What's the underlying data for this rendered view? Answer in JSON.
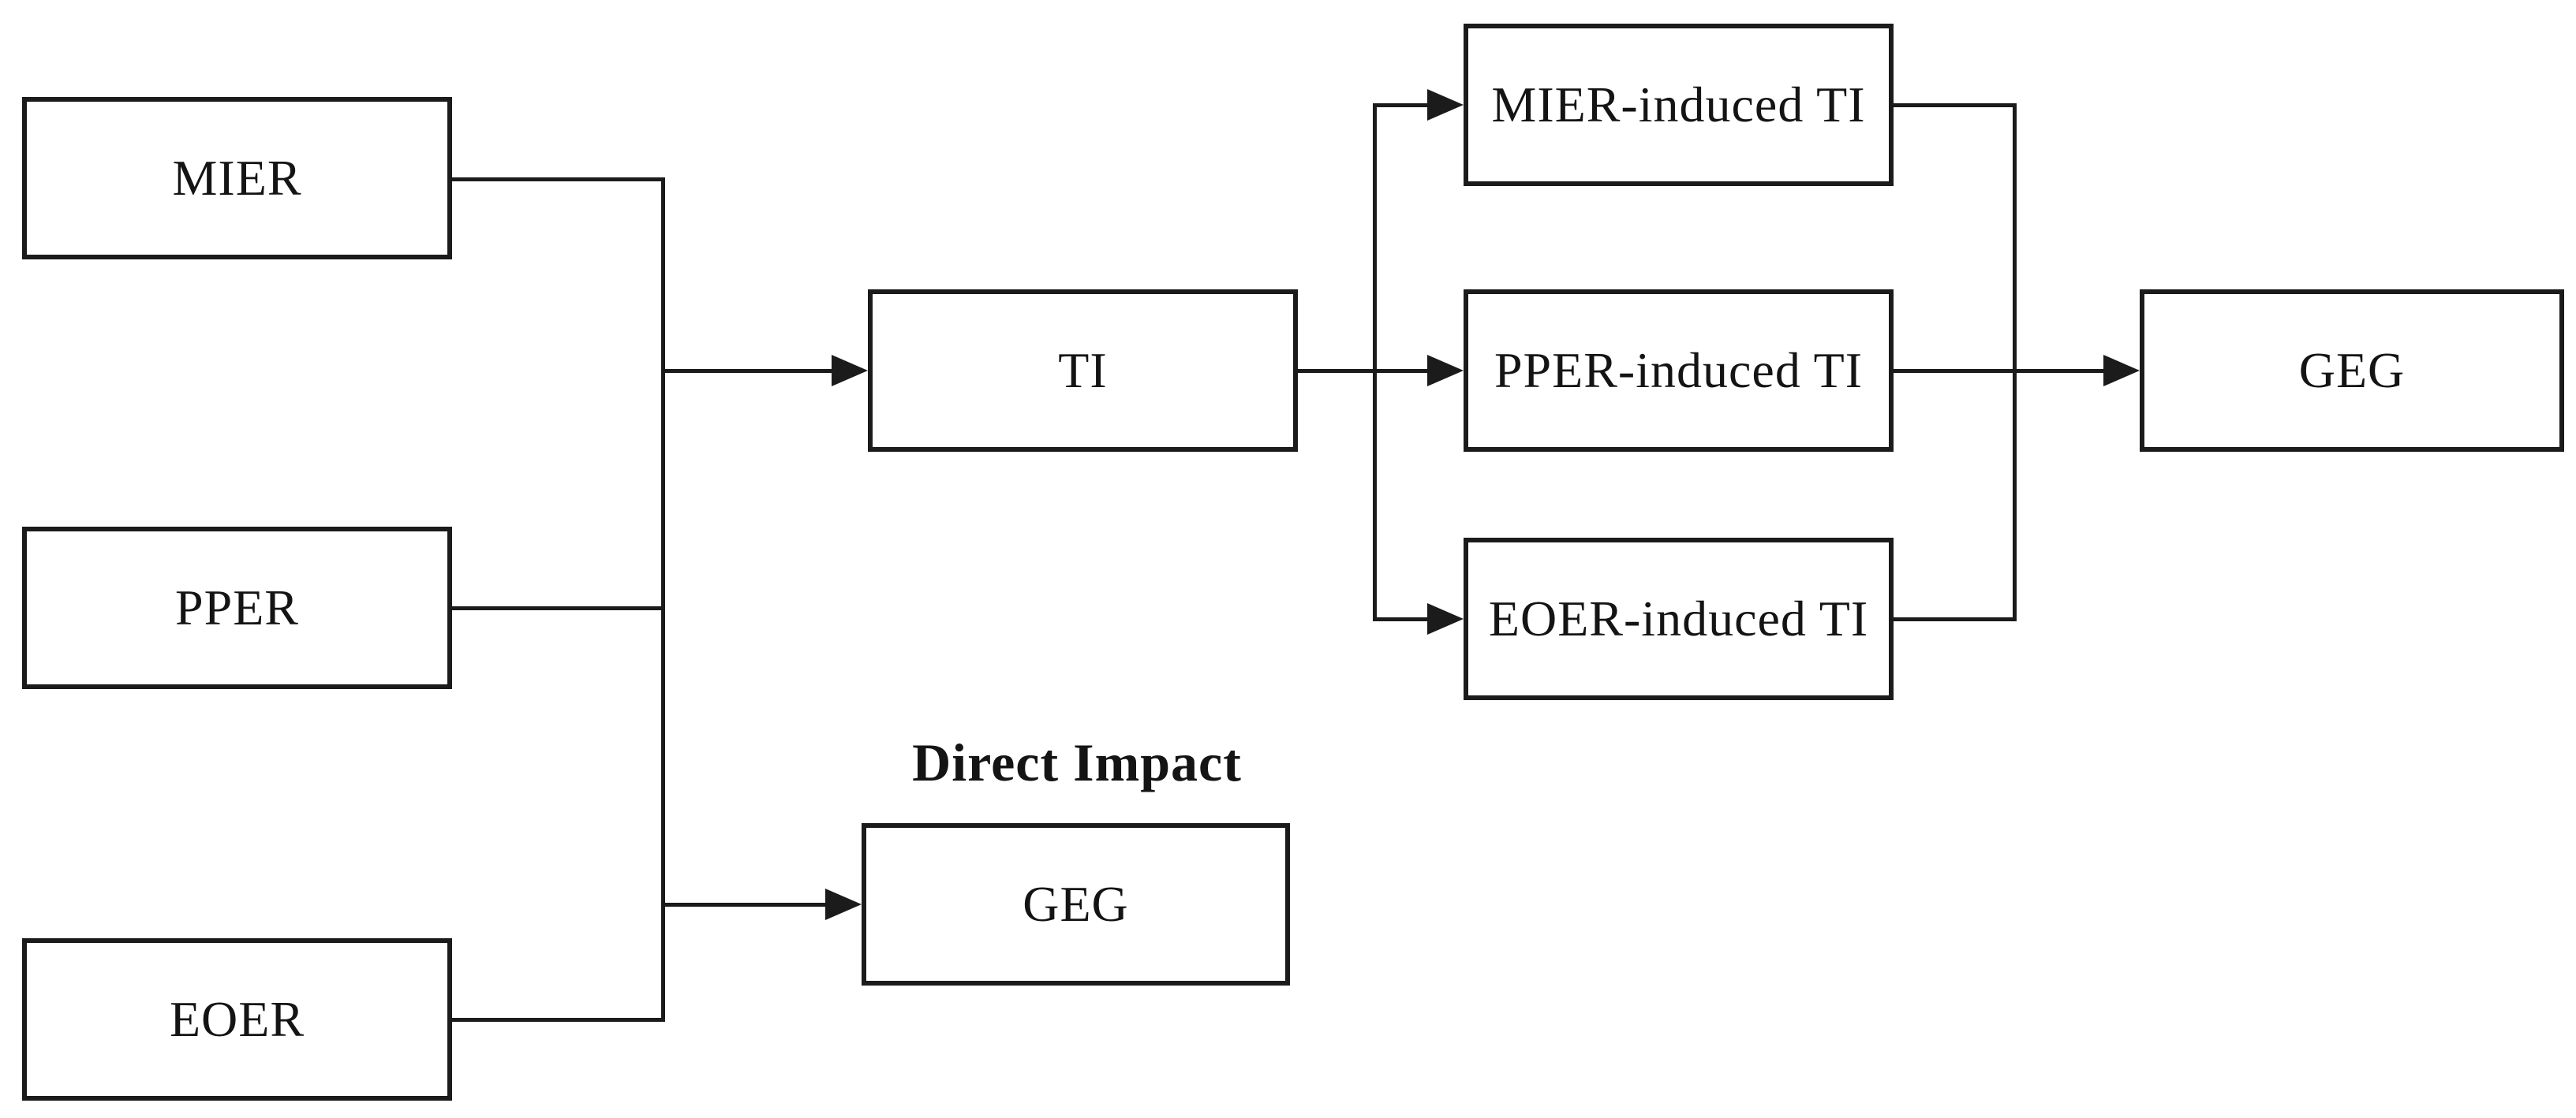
{
  "figure": {
    "background_color": "#ffffff",
    "line_color": "#1b1b1b",
    "text_color": "#141414",
    "nodes": {
      "mier": {
        "label": "MIER"
      },
      "pper": {
        "label": "PPER"
      },
      "eoer": {
        "label": "EOER"
      },
      "ti": {
        "label": "TI"
      },
      "mier_induced_ti": {
        "label": "MIER-induced TI"
      },
      "pper_induced_ti": {
        "label": "PPER-induced TI"
      },
      "eoer_induced_ti": {
        "label": "EOER-induced TI"
      },
      "geg_indirect": {
        "label": "GEG"
      },
      "geg_direct": {
        "label": "GEG"
      }
    },
    "annotations": {
      "direct_impact": "Direct Impact"
    },
    "edges": [
      {
        "from": "MIER",
        "to": "junction",
        "arrowhead": false
      },
      {
        "from": "PPER",
        "to": "junction",
        "arrowhead": false
      },
      {
        "from": "EOER",
        "to": "junction",
        "arrowhead": false
      },
      {
        "from": "junction",
        "to": "TI",
        "arrowhead": true
      },
      {
        "from": "junction",
        "to": "GEG (direct)",
        "arrowhead": true
      },
      {
        "from": "TI",
        "to": "MIER-induced TI",
        "arrowhead": true
      },
      {
        "from": "TI",
        "to": "PPER-induced TI",
        "arrowhead": true
      },
      {
        "from": "TI",
        "to": "EOER-induced TI",
        "arrowhead": true
      },
      {
        "from": "MIER-induced TI",
        "to": "collector",
        "arrowhead": false
      },
      {
        "from": "EOER-induced TI",
        "to": "collector",
        "arrowhead": false
      },
      {
        "from": "PPER-induced TI",
        "to": "GEG",
        "arrowhead": true
      }
    ]
  }
}
